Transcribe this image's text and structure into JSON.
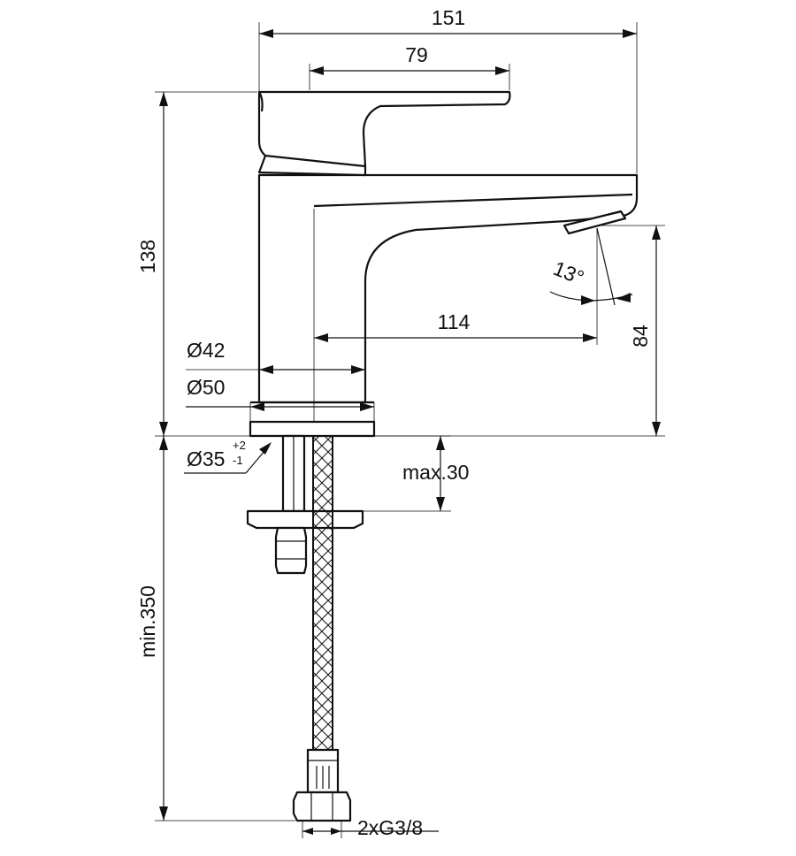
{
  "dimensions": {
    "overall_width": "151",
    "lever_length": "79",
    "height": "138",
    "spout_reach": "114",
    "spout_height": "84",
    "spout_angle": "13°",
    "body_diameter": "Ø42",
    "base_diameter": "Ø50",
    "hole_diameter": "Ø35",
    "hole_tolerance_upper": "+2",
    "hole_tolerance_lower": "-1",
    "deck_thickness": "max.30",
    "hose_length": "min.350",
    "connection_thread": "2xG3/8"
  },
  "colors": {
    "line": "#111111",
    "background": "#ffffff"
  }
}
